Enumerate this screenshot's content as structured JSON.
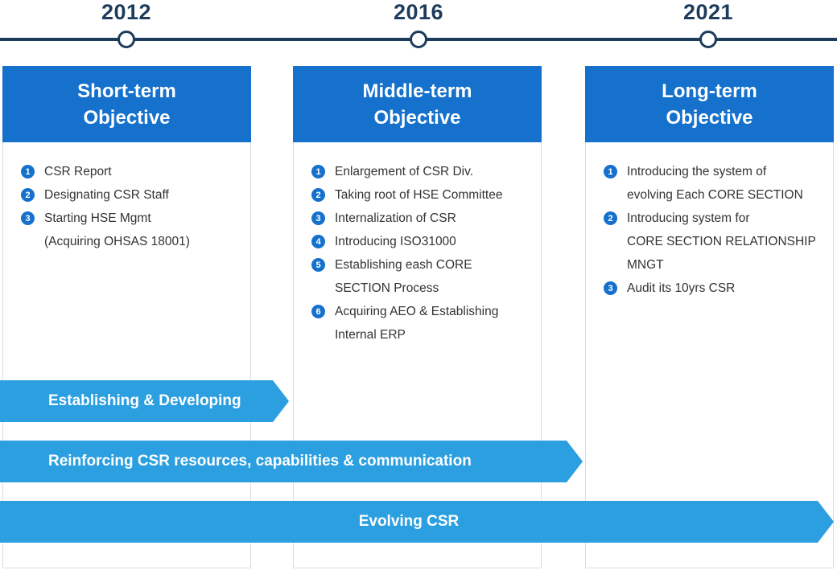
{
  "timeline": {
    "years": [
      "2012",
      "2016",
      "2021"
    ]
  },
  "columns": [
    {
      "title_line1": "Short-term",
      "title_line2": "Objective",
      "items": [
        {
          "num": "1",
          "text": "CSR Report"
        },
        {
          "num": "2",
          "text": "Designating CSR Staff"
        },
        {
          "num": "3",
          "text": "Starting HSE Mgmt\n(Acquiring OHSAS 18001)"
        }
      ]
    },
    {
      "title_line1": "Middle-term",
      "title_line2": "Objective",
      "items": [
        {
          "num": "1",
          "text": "Enlargement of CSR Div."
        },
        {
          "num": "2",
          "text": "Taking root of HSE Committee"
        },
        {
          "num": "3",
          "text": "Internalization of CSR"
        },
        {
          "num": "4",
          "text": "Introducing ISO31000"
        },
        {
          "num": "5",
          "text": "Establishing eash CORE\nSECTION Process"
        },
        {
          "num": "6",
          "text": "Acquiring AEO & Establishing\nInternal ERP"
        }
      ]
    },
    {
      "title_line1": "Long-term",
      "title_line2": "Objective",
      "items": [
        {
          "num": "1",
          "text": "Introducing the system of\nevolving Each CORE SECTION"
        },
        {
          "num": "2",
          "text": "Introducing system for\nCORE SECTION RELATIONSHIP\nMNGT"
        },
        {
          "num": "3",
          "text": "Audit its 10yrs CSR"
        }
      ]
    }
  ],
  "arrows": [
    {
      "label": "Establishing & Developing"
    },
    {
      "label": "Reinforcing CSR resources, capabilities & communication"
    },
    {
      "label": "Evolving CSR"
    }
  ],
  "colors": {
    "timeline": "#1d3c5c",
    "header": "#1571cc",
    "arrow": "#2b9fe0"
  }
}
